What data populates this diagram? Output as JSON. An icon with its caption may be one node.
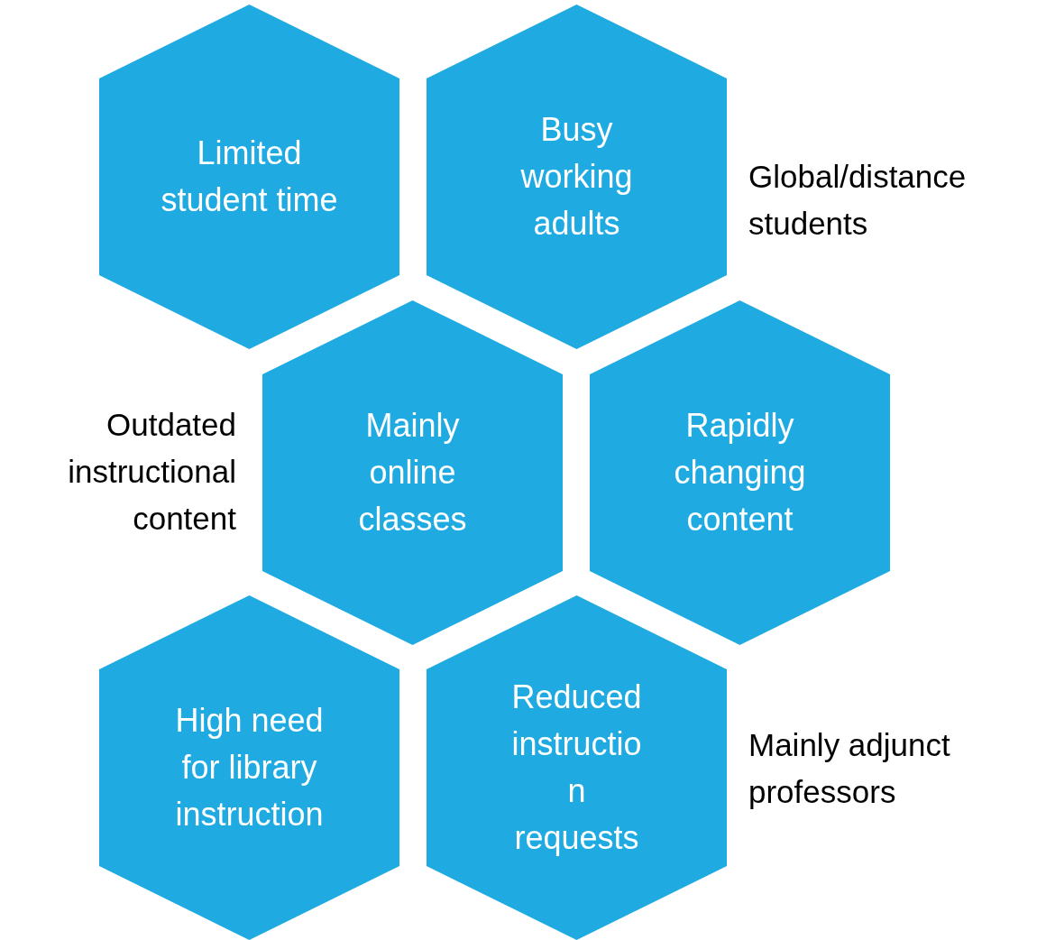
{
  "diagram": {
    "nodes": [
      {
        "text": [
          "Limited student time"
        ]
      },
      {
        "text": [
          "Busy working adults"
        ],
        "beside": [
          "Global/distance students"
        ]
      },
      {
        "text": [
          "Mainly online classes"
        ],
        "beside": [
          "Outdated instructional content"
        ]
      },
      {
        "text": [
          "Rapidly changing content"
        ]
      },
      {
        "text": [
          "High need for library instruction"
        ]
      },
      {
        "text": [
          "Reduced instructio n requests"
        ],
        "beside": [
          "Mainly adjunct professors"
        ]
      }
    ],
    "edges": []
  }
}
